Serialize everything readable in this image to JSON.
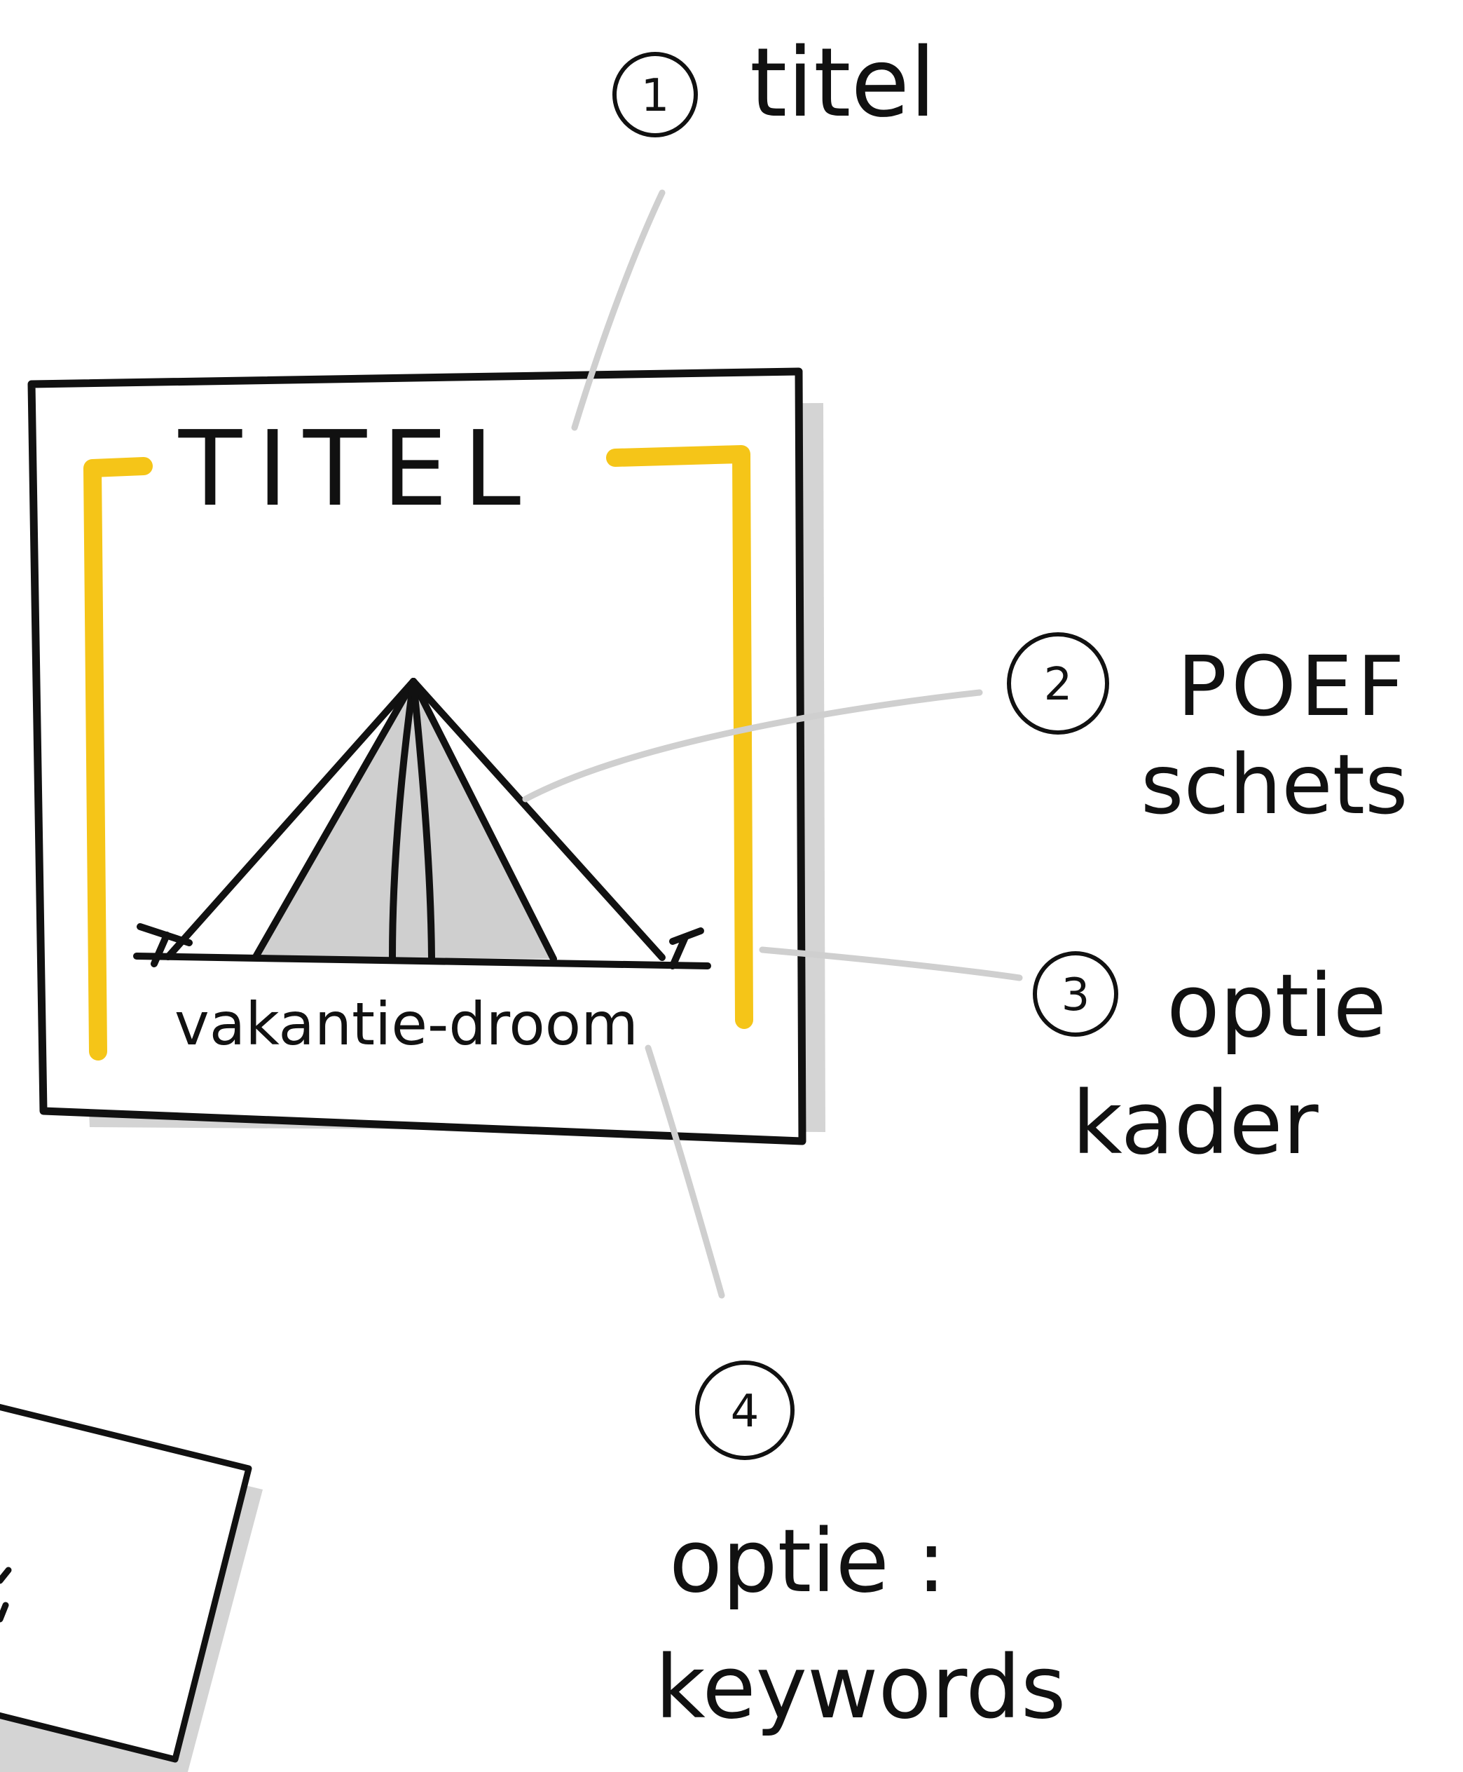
{
  "card": {
    "title": "TITEL",
    "keyword": "vakantie-droom"
  },
  "annotations": [
    {
      "number": "1",
      "lines": [
        "titel"
      ]
    },
    {
      "number": "2",
      "lines": [
        "POEF",
        "schets"
      ]
    },
    {
      "number": "3",
      "lines": [
        "optie",
        "kader"
      ]
    },
    {
      "number": "4",
      "lines": [
        "optie :",
        "keywords"
      ]
    }
  ],
  "colors": {
    "frame_accent": "#F5C518",
    "sketch_fill": "#CFCFCF",
    "pointer_line": "#CFCFCF",
    "ink": "#111111"
  },
  "icons": [
    "tent-icon"
  ]
}
